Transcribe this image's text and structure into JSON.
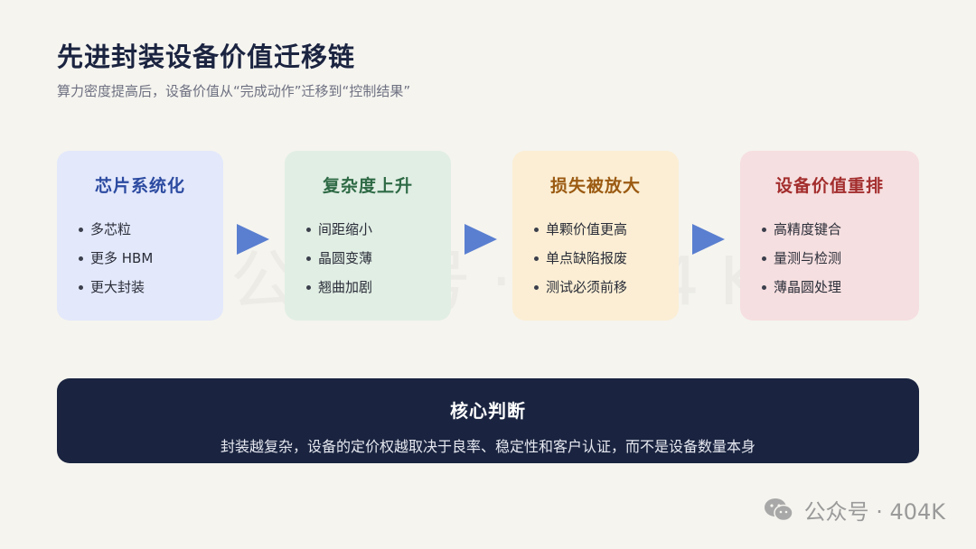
{
  "title": "先进封装设备价值迁移链",
  "subtitle": "算力密度提高后，设备价值从“完成动作”迁移到“控制结果”",
  "watermark": "公众号·404K",
  "cards": [
    {
      "title": "芯片系统化",
      "items": [
        "多芯粒",
        "更多 HBM",
        "更大封装"
      ],
      "bg": "#e3e8fb",
      "color": "#2b4aa0"
    },
    {
      "title": "复杂度上升",
      "items": [
        "间距缩小",
        "晶圆变薄",
        "翘曲加剧"
      ],
      "bg": "#e1eee4",
      "color": "#2e6a45"
    },
    {
      "title": "损失被放大",
      "items": [
        "单颗价值更高",
        "单点缺陷报废",
        "测试必须前移"
      ],
      "bg": "#fbeed4",
      "color": "#9b5a12"
    },
    {
      "title": "设备价值重排",
      "items": [
        "高精度键合",
        "量测与检测",
        "薄晶圆处理"
      ],
      "bg": "#f6dfe0",
      "color": "#a32d2d"
    }
  ],
  "arrow_color": "#5a7fd0",
  "conclusion": {
    "title": "核心判断",
    "text": "封装越复杂，设备的定价权越取决于良率、稳定性和客户认证，而不是设备数量本身"
  },
  "footer": {
    "label": "公众号 · 404K",
    "icon": "wechat-icon"
  }
}
